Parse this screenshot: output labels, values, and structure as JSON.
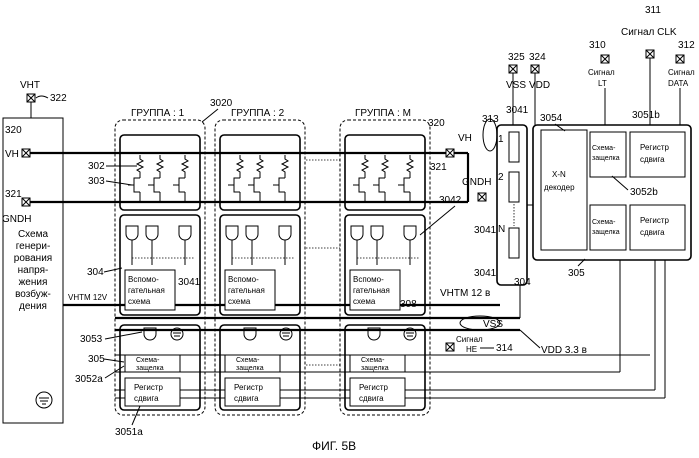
{
  "figure_caption": "ФИГ. 5B",
  "excitation": {
    "label_lines": [
      "Схема",
      "генери-",
      "рования",
      "напря-",
      "жения",
      "возбуж-",
      "дения"
    ],
    "vht": "VHT",
    "ref_vht": "322"
  },
  "signals": {
    "vh": "VH",
    "gndh": "GNDH",
    "vhtm_left": "VHTM 12V",
    "vhtm_right": "VHTM 12 в",
    "vss_bus": "VSS",
    "vdd_bus": "VDD 3.3 в",
    "vss_top": "VSS",
    "vdd_top": "VDD",
    "signal_lt": [
      "Сигнал",
      "LT"
    ],
    "signal_clk": "Сигнал CLK",
    "signal_data": [
      "Сигнал",
      "DATA"
    ],
    "signal_he": [
      "Сигнал",
      "HE"
    ]
  },
  "groups": [
    {
      "title": "ГРУППА : 1",
      "aux": [
        "Вспомо-",
        "гательная",
        "схема"
      ],
      "latch": [
        "Схема-",
        "защелка"
      ],
      "shift": [
        "Регистр",
        "сдвига"
      ]
    },
    {
      "title": "ГРУППА : 2",
      "aux": [
        "Вспомо-",
        "гательная",
        "схема"
      ],
      "latch": [
        "Схема-",
        "защелка"
      ],
      "shift": [
        "Регистр",
        "сдвига"
      ]
    },
    {
      "title": "ГРУППА : M",
      "aux": [
        "Вспомо-",
        "гательная",
        "схема"
      ],
      "latch": [
        "Схема-",
        "защелка"
      ],
      "shift": [
        "Регистр",
        "сдвига"
      ]
    }
  ],
  "decoder": {
    "label": [
      "X-N",
      "декодер"
    ],
    "latch_top": [
      "Схема-",
      "защелка"
    ],
    "shift_top": [
      "Регистр",
      "сдвига"
    ],
    "latch_bot": [
      "Схема-",
      "защелка"
    ],
    "shift_bot": [
      "Регистр",
      "сдвига"
    ]
  },
  "channels": [
    "1",
    "2",
    "N"
  ],
  "refs": {
    "r3020": "3020",
    "r320a": "320",
    "r320b": "320",
    "r321a": "321",
    "r321b": "321",
    "r302": "302",
    "r303": "303",
    "r304a": "304",
    "r304b": "304",
    "r305a": "305",
    "r305b": "305",
    "r3041a": "3041",
    "r3041b": "3041",
    "r3041c": "3041",
    "r3041d": "3041",
    "r3042": "3042",
    "r3053": "3053",
    "r3052a": "3052a",
    "r3051a": "3051a",
    "r308": "308",
    "r313": "313",
    "r3054": "3054",
    "r3051b": "3051b",
    "r3052b": "3052b",
    "r311": "311",
    "r310": "310",
    "r312": "312",
    "r325": "325",
    "r324": "324",
    "r314": "314"
  }
}
